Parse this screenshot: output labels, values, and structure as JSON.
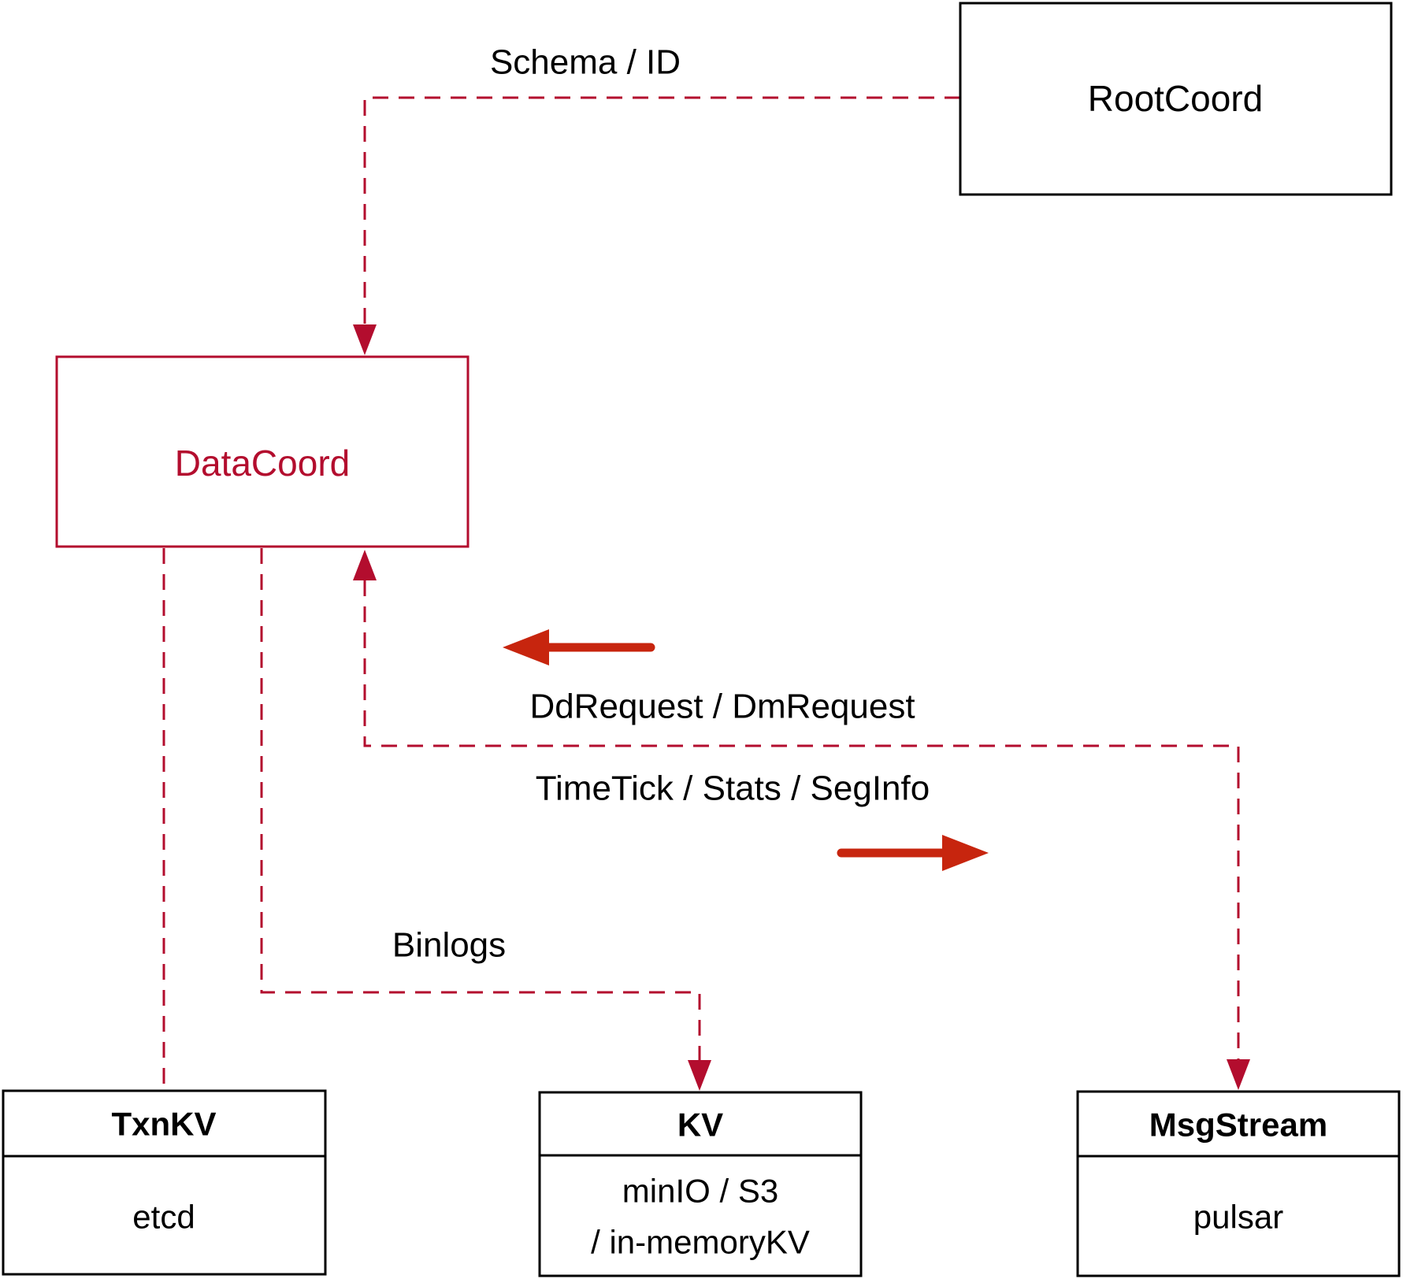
{
  "diagram": {
    "title_context": "DataCoord interaction diagram",
    "colors": {
      "crimson": "#b30d2e",
      "arrow_red": "#c7250e",
      "box_border": "#000000",
      "text": "#000000",
      "background": "#ffffff"
    },
    "nodes": {
      "rootcoord": {
        "label": "RootCoord"
      },
      "datacoord": {
        "label": "DataCoord"
      },
      "txnkv": {
        "title": "TxnKV",
        "body": "etcd"
      },
      "kv": {
        "title": "KV",
        "body_line1": "minIO / S3",
        "body_line2": "/ in-memoryKV"
      },
      "msgstream": {
        "title": "MsgStream",
        "body": "pulsar"
      }
    },
    "edges": {
      "schema_label": "Schema / ID",
      "ddrequest_label": "DdRequest / DmRequest",
      "timetick_label": "TimeTick / Stats / SegInfo",
      "binlogs_label": "Binlogs"
    }
  }
}
